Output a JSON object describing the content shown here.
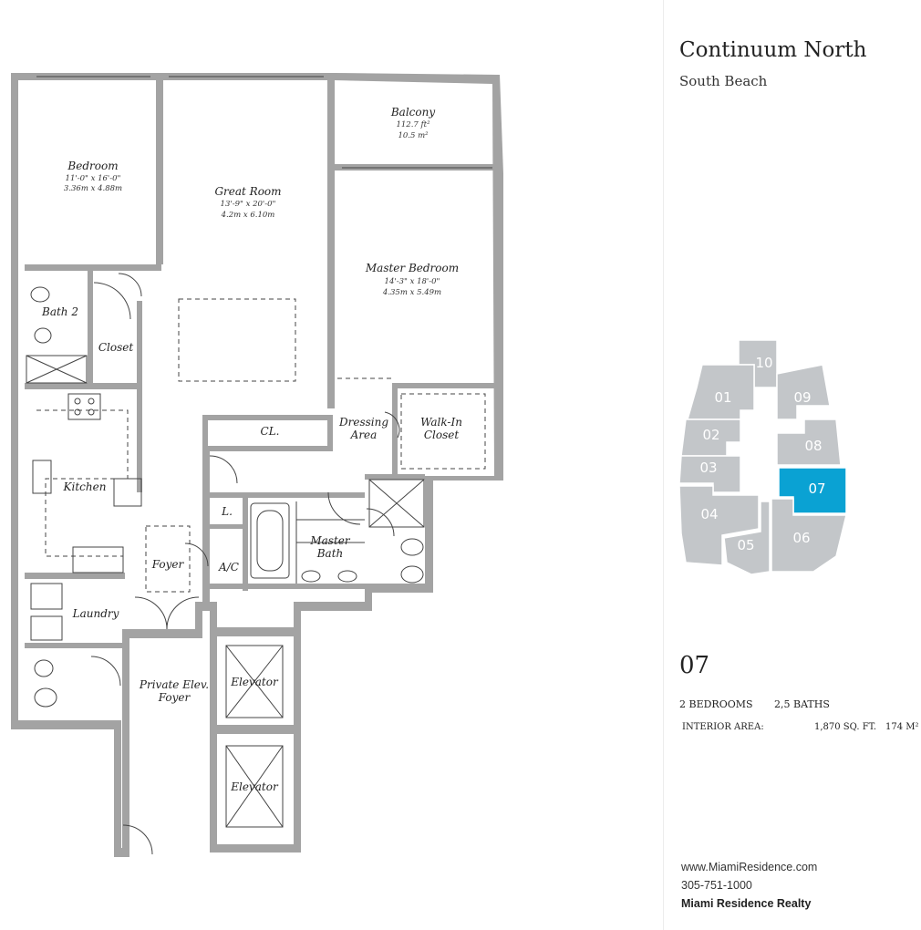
{
  "header": {
    "title": "Continuum North",
    "subtitle": "South Beach"
  },
  "rooms": {
    "bedroom": {
      "name": "Bedroom",
      "dim_imperial": "11'-0\" x 16'-0\"",
      "dim_metric": "3.36m x 4.88m"
    },
    "great_room": {
      "name": "Great Room",
      "dim_imperial": "13'-9\" x 20'-0\"",
      "dim_metric": "4.2m x 6.10m"
    },
    "balcony": {
      "name": "Balcony",
      "area_imperial": "112.7 ft²",
      "area_metric": "10.5 m²"
    },
    "master_bedroom": {
      "name": "Master Bedroom",
      "dim_imperial": "14'-3\" x 18'-0\"",
      "dim_metric": "4.35m x 5.49m"
    },
    "bath2": "Bath 2",
    "closet": "Closet",
    "kitchen": "Kitchen",
    "cl": "CL.",
    "dressing_area": [
      "Dressing",
      "Area"
    ],
    "walk_in_closet": [
      "Walk-In",
      "Closet"
    ],
    "linen": "L.",
    "master_bath": [
      "Master",
      "Bath"
    ],
    "foyer": "Foyer",
    "ac": "A/C",
    "laundry": "Laundry",
    "private_elev_foyer": [
      "Private Elev.",
      "Foyer"
    ],
    "elevator_1": "Elevator",
    "elevator_2": "Elevator"
  },
  "keyplan": {
    "units": [
      "01",
      "02",
      "03",
      "04",
      "05",
      "06",
      "07",
      "08",
      "09",
      "10"
    ],
    "selected": "07",
    "selected_color": "#0aa2d3",
    "unit_color": "#c3c6c9"
  },
  "unit": {
    "number": "07",
    "bedrooms": "2 BEDROOMS",
    "baths": "2,5 BATHS",
    "interior_area_label": "INTERIOR AREA:",
    "sq_ft": "1,870 SQ. FT.",
    "sq_m": "174 M²"
  },
  "contact": {
    "website": "www.MiamiResidence.com",
    "phone": "305-751-1000",
    "company": "Miami Residence Realty"
  }
}
